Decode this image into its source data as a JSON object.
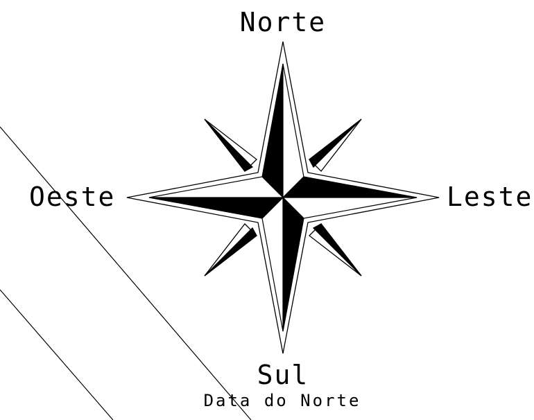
{
  "compass": {
    "north_label": "Norte",
    "south_label": "Sul",
    "east_label": "Leste",
    "west_label": "Oeste",
    "caption": "Data do Norte"
  },
  "colors": {
    "ink": "#000000",
    "paper": "#ffffff"
  }
}
